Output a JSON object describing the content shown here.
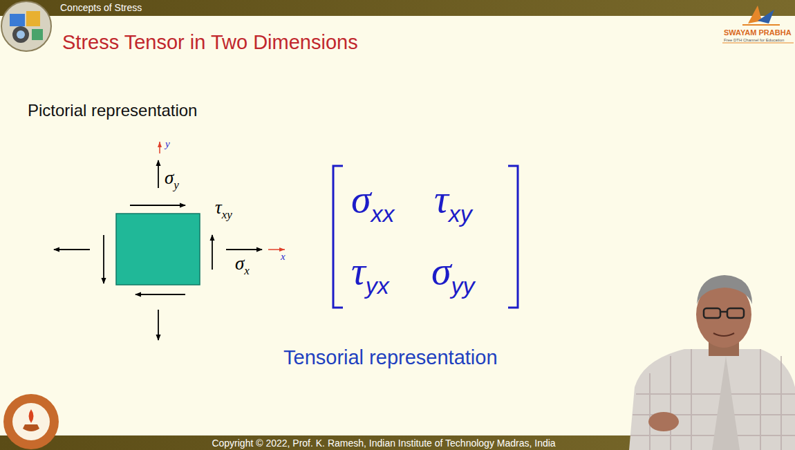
{
  "diagram": {
    "title": "Stress Tensor in Two Dimensions",
    "labels": [
      "Concepts of Stress",
      "SWAYAM PRABHA",
      "Free DTH Channel for Education",
      "Pictorial representation",
      "y",
      "σy",
      "τxy",
      "σx",
      "x",
      "σxx",
      "τxy",
      "τyx",
      "σyy",
      "Tensorial representation",
      "Copyright © 2022, Prof. K. Ramesh, Indian Institute of Technology Madras, India"
    ]
  }
}
